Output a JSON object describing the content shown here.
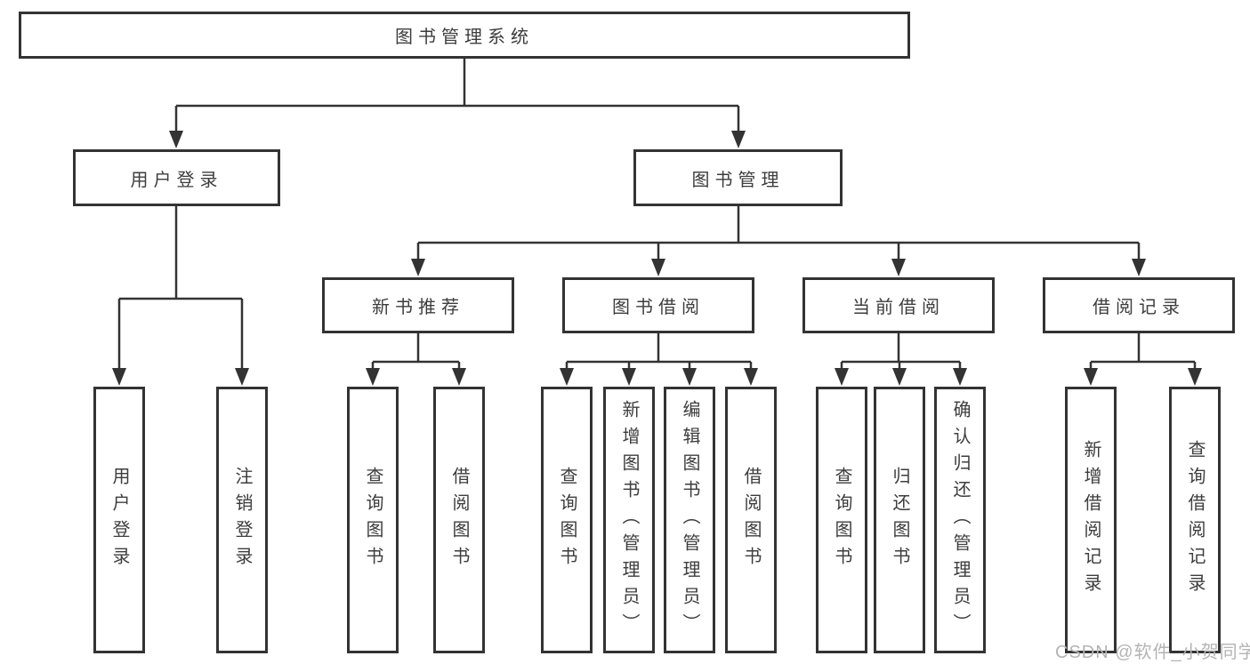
{
  "diagram": {
    "root": "图书管理系统",
    "level2": [
      {
        "label": "用户登录",
        "leaves": [
          "用户登录",
          "注销登录"
        ]
      },
      {
        "label": "图书管理"
      }
    ],
    "level3": [
      {
        "label": "新书推荐",
        "leaves": [
          "查询图书",
          "借阅图书"
        ]
      },
      {
        "label": "图书借阅",
        "leaves": [
          "查询图书",
          "新增图书（管理员）",
          "编辑图书（管理员）",
          "借阅图书"
        ]
      },
      {
        "label": "当前借阅",
        "leaves": [
          "查询图书",
          "归还图书",
          "确认归还（管理员）"
        ]
      },
      {
        "label": "借阅记录",
        "leaves": [
          "新增借阅记录",
          "查询借阅记录"
        ]
      }
    ]
  },
  "watermark": {
    "text": "CSDN @软件_小贺同学"
  },
  "colors": {
    "line": "#333333",
    "text": "#3d3d3d",
    "background": "#ffffff",
    "watermark": "#b4b4b4"
  }
}
